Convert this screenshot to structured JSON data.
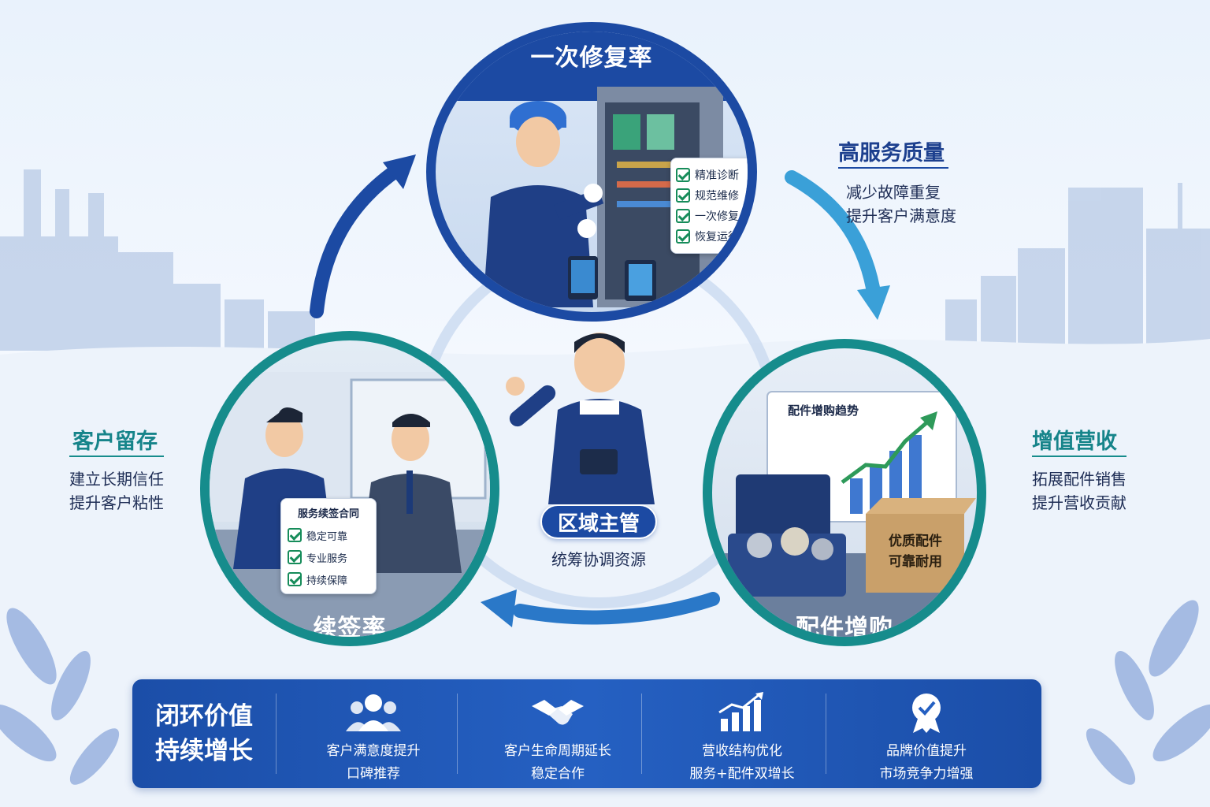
{
  "colors": {
    "primary_blue": "#1c4aa3",
    "teal": "#168c8c",
    "banner_blue": "#2560c2",
    "light_blue_arrow": "#3aa0d8"
  },
  "center": {
    "role": "区域主管",
    "desc": "统筹协调资源"
  },
  "top_node": {
    "title": "一次修复率",
    "checklist": [
      "精准诊断",
      "规范维修",
      "一次修复",
      "恢复运行"
    ]
  },
  "top_right_label": {
    "title": "高服务质量",
    "lines": [
      "减少故障重复",
      "提升客户满意度"
    ]
  },
  "left_node": {
    "title": "续签率",
    "contract_title": "服务续签合同",
    "checklist": [
      "稳定可靠",
      "专业服务",
      "持续保障"
    ]
  },
  "left_label": {
    "title": "客户留存",
    "lines": [
      "建立长期信任",
      "提升客户粘性"
    ]
  },
  "right_node": {
    "title": "配件增购",
    "board_title": "配件增购趋势",
    "box_text": [
      "优质配件",
      "可靠耐用"
    ]
  },
  "right_label": {
    "title": "增值营收",
    "lines": [
      "拓展配件销售",
      "提升营收贡献"
    ]
  },
  "banner": {
    "heading": [
      "闭环价值",
      "持续增长"
    ],
    "items": [
      {
        "icon": "users-icon",
        "line1": "客户满意度提升",
        "line2": "口碑推荐"
      },
      {
        "icon": "handshake-icon",
        "line1": "客户生命周期延长",
        "line2": "稳定合作"
      },
      {
        "icon": "growth-chart-icon",
        "line1": "营收结构优化",
        "line2": "服务+配件双增长"
      },
      {
        "icon": "quality-badge-icon",
        "line1": "品牌价值提升",
        "line2": "市场竞争力增强"
      }
    ]
  }
}
